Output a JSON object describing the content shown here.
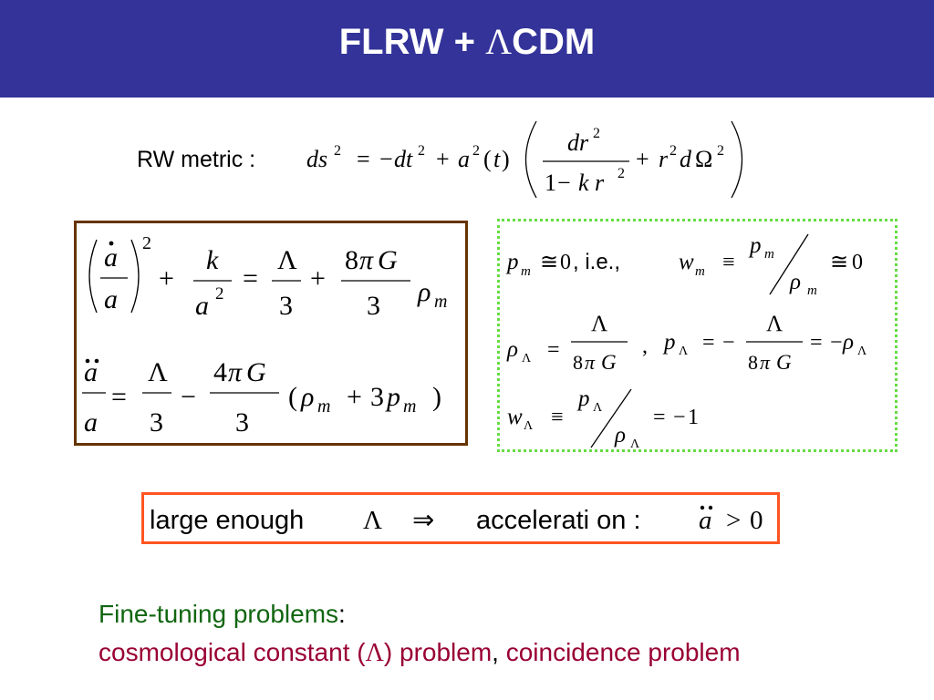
{
  "header": {
    "title_a": "FLRW + ",
    "title_lambda": "Λ",
    "title_b": "CDM"
  },
  "rw": {
    "label": "RW metric :"
  },
  "bottom_box": {
    "text_a": "large enough",
    "text_b": "accelerati on :"
  },
  "fine_tuning": {
    "heading": "Fine-tuning problems",
    "colon": ":",
    "line_a": "cosmological constant (",
    "line_lambda": "Λ",
    "line_b": ") problem",
    "comma": ",",
    "line_c": " coincidence problem"
  },
  "right_box": {
    "ie": ", i.e.,"
  },
  "colors": {
    "header_bg": "#333399",
    "left_box_border": "#663300",
    "right_box_border": "#66dd44",
    "bottom_box_border": "#ff5522",
    "green_text": "#116611",
    "red_text": "#990033"
  }
}
